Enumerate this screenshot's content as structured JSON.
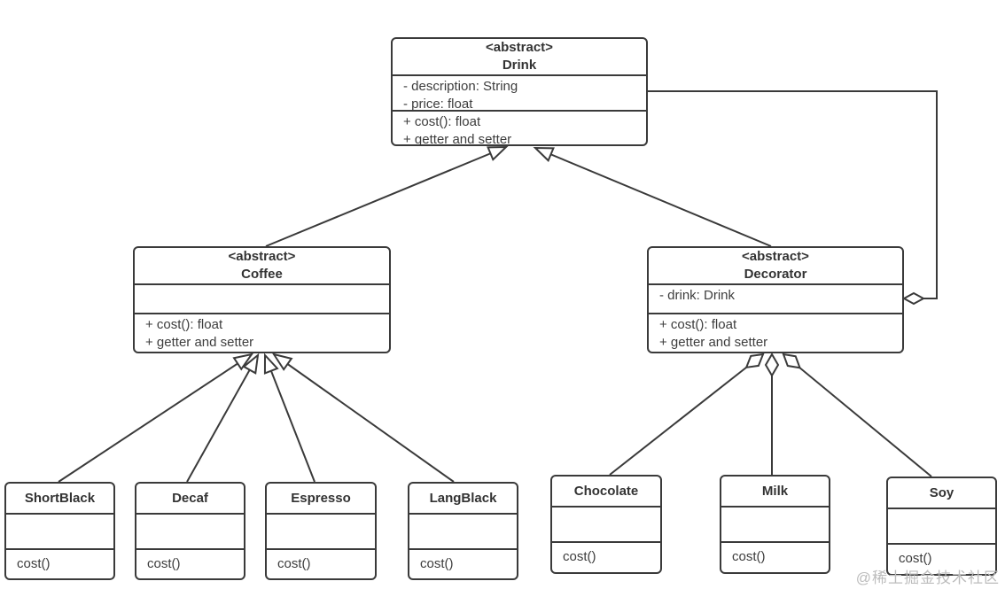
{
  "diagram": {
    "type": "uml-class-diagram",
    "pattern": "Decorator",
    "colors": {
      "line": "#3a3a3a",
      "text": "#3d3d3d",
      "background": "#ffffff",
      "watermark": "#bcbcbc"
    },
    "watermark": "@稀土掘金技术社区"
  },
  "classes": {
    "drink": {
      "stereotype": "<abstract>",
      "name": "Drink",
      "attributes": [
        "- description: String",
        "- price: float"
      ],
      "methods": [
        "+ cost(): float",
        "+ getter and setter"
      ]
    },
    "coffee": {
      "stereotype": "<abstract>",
      "name": "Coffee",
      "attributes": [],
      "methods": [
        "+ cost(): float",
        "+ getter and setter"
      ]
    },
    "decorator": {
      "stereotype": "<abstract>",
      "name": "Decorator",
      "attributes": [
        "- drink: Drink"
      ],
      "methods": [
        "+ cost(): float",
        "+ getter and setter"
      ]
    },
    "shortblack": {
      "name": "ShortBlack",
      "methods": [
        "cost()"
      ]
    },
    "decaf": {
      "name": "Decaf",
      "methods": [
        "cost()"
      ]
    },
    "espresso": {
      "name": "Espresso",
      "methods": [
        "cost()"
      ]
    },
    "langblack": {
      "name": "LangBlack",
      "methods": [
        "cost()"
      ]
    },
    "chocolate": {
      "name": "Chocolate",
      "methods": [
        "cost()"
      ]
    },
    "milk": {
      "name": "Milk",
      "methods": [
        "cost()"
      ]
    },
    "soy": {
      "name": "Soy",
      "methods": [
        "cost()"
      ]
    }
  },
  "relations": [
    {
      "from": "Coffee",
      "to": "Drink",
      "type": "inheritance"
    },
    {
      "from": "Decorator",
      "to": "Drink",
      "type": "inheritance"
    },
    {
      "from": "Decorator",
      "to": "Drink",
      "type": "aggregation"
    },
    {
      "from": "ShortBlack",
      "to": "Coffee",
      "type": "inheritance"
    },
    {
      "from": "Decaf",
      "to": "Coffee",
      "type": "inheritance"
    },
    {
      "from": "Espresso",
      "to": "Coffee",
      "type": "inheritance"
    },
    {
      "from": "LangBlack",
      "to": "Coffee",
      "type": "inheritance"
    },
    {
      "from": "Chocolate",
      "to": "Decorator",
      "type": "inheritance"
    },
    {
      "from": "Milk",
      "to": "Decorator",
      "type": "inheritance"
    },
    {
      "from": "Soy",
      "to": "Decorator",
      "type": "inheritance"
    }
  ]
}
